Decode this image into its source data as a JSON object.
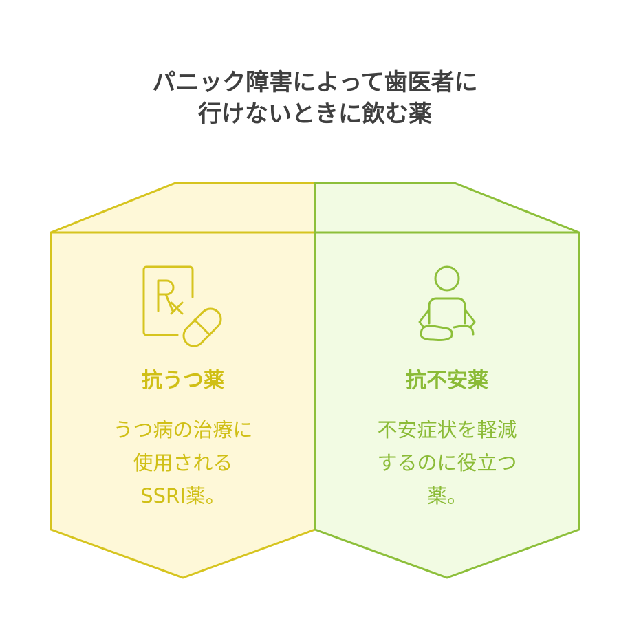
{
  "title": {
    "line1": "パニック障害によって歯医者に",
    "line2": "行けないときに飲む薬"
  },
  "cards": [
    {
      "icon": "prescription-pill-icon",
      "heading": "抗うつ薬",
      "description_lines": [
        "うつ病の治療に",
        "使用される",
        "SSRI薬。"
      ],
      "accent_color": "#d6c41f",
      "fill_color": "#fef8d8",
      "text_color": "#cfbf12"
    },
    {
      "icon": "meditation-person-icon",
      "heading": "抗不安薬",
      "description_lines": [
        "不安症状を軽減",
        "するのに役立つ",
        "薬。"
      ],
      "accent_color": "#8dbf3a",
      "fill_color": "#f2fbe3",
      "text_color": "#8bbb37"
    }
  ]
}
